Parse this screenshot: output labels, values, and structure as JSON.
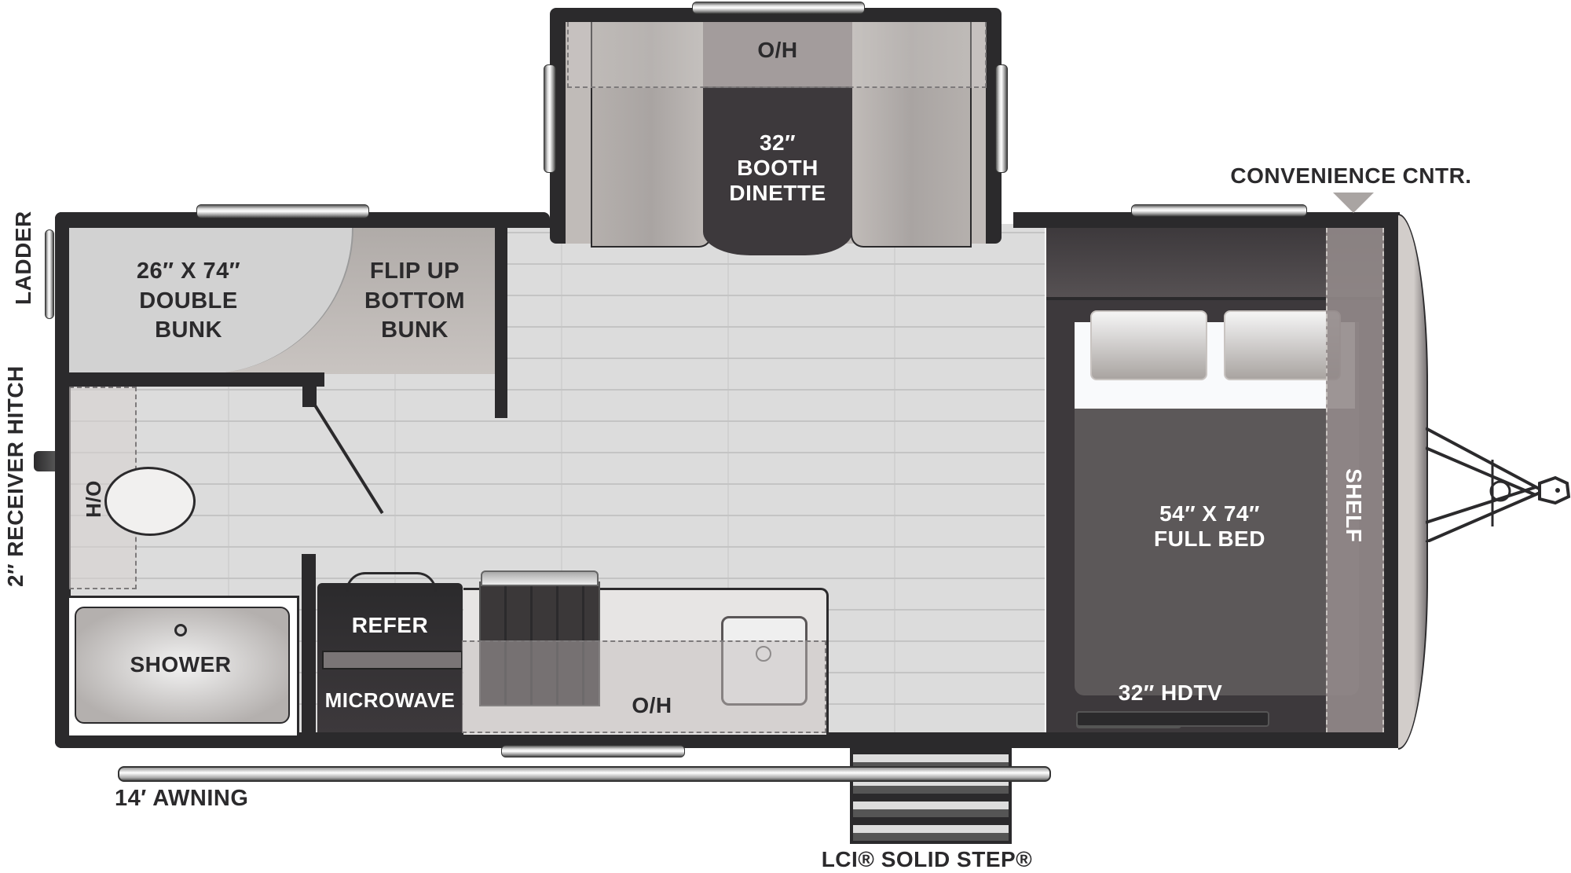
{
  "floorplan": {
    "exterior": {
      "ladder": "LADDER",
      "receiver_hitch": "2″ RECEIVER HITCH",
      "convenience_center": "CONVENIENCE CNTR.",
      "awning": "14′ AWNING",
      "entry_step": "LCI® SOLID STEP®"
    },
    "rooms": {
      "bunk": {
        "double_bunk": [
          "26″ X 74″",
          "DOUBLE",
          "BUNK"
        ],
        "flip_up": [
          "FLIP UP",
          "BOTTOM",
          "BUNK"
        ]
      },
      "bath": {
        "overhead": "H/O",
        "shower": "SHOWER"
      },
      "dinette": {
        "overhead": "O/H",
        "label": [
          "32″",
          "BOOTH",
          "DINETTE"
        ]
      },
      "kitchen": {
        "refer": "REFER",
        "microwave": "MICROWAVE",
        "overhead": "O/H"
      },
      "bedroom": {
        "bed": [
          "54″ X 74″",
          "FULL BED"
        ],
        "shelf": "SHELF",
        "tv": "32″ HDTV"
      }
    },
    "colors": {
      "wall": "#2b2a2c",
      "floor": "#dcdcdc",
      "bed": "#5c5859",
      "dark_fixture": "#3d393c",
      "bunk_light": "#d2d2d2",
      "bunk_dark": "#b5b0ad",
      "shelf": "#8e8585"
    }
  }
}
